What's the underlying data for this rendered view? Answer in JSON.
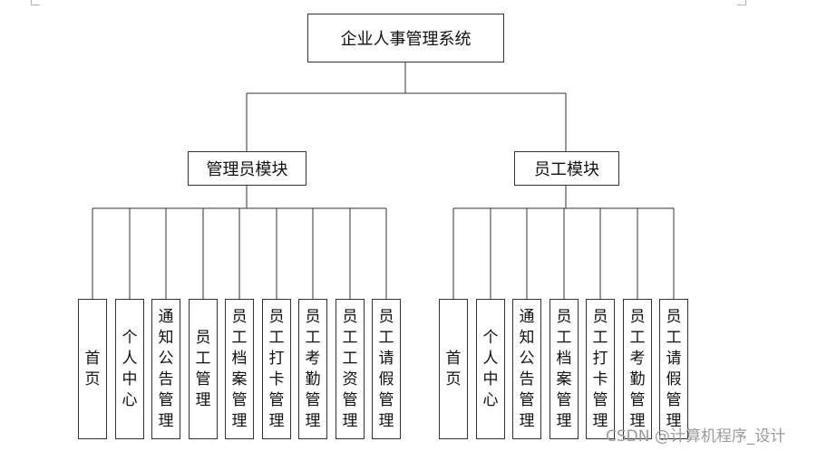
{
  "root": "企业人事管理系统",
  "modules": [
    {
      "key": "admin",
      "title": "管理员模块",
      "items": [
        "首页",
        "个人中心",
        "通知公告管理",
        "员工管理",
        "员工档案管理",
        "员工打卡管理",
        "员工考勤管理",
        "员工工资管理",
        "员工请假管理"
      ]
    },
    {
      "key": "employee",
      "title": "员工模块",
      "items": [
        "首页",
        "个人中心",
        "通知公告管理",
        "员工档案管理",
        "员工打卡管理",
        "员工考勤管理",
        "员工请假管理"
      ]
    }
  ],
  "watermark": "CSDN @计算机程序_设计"
}
